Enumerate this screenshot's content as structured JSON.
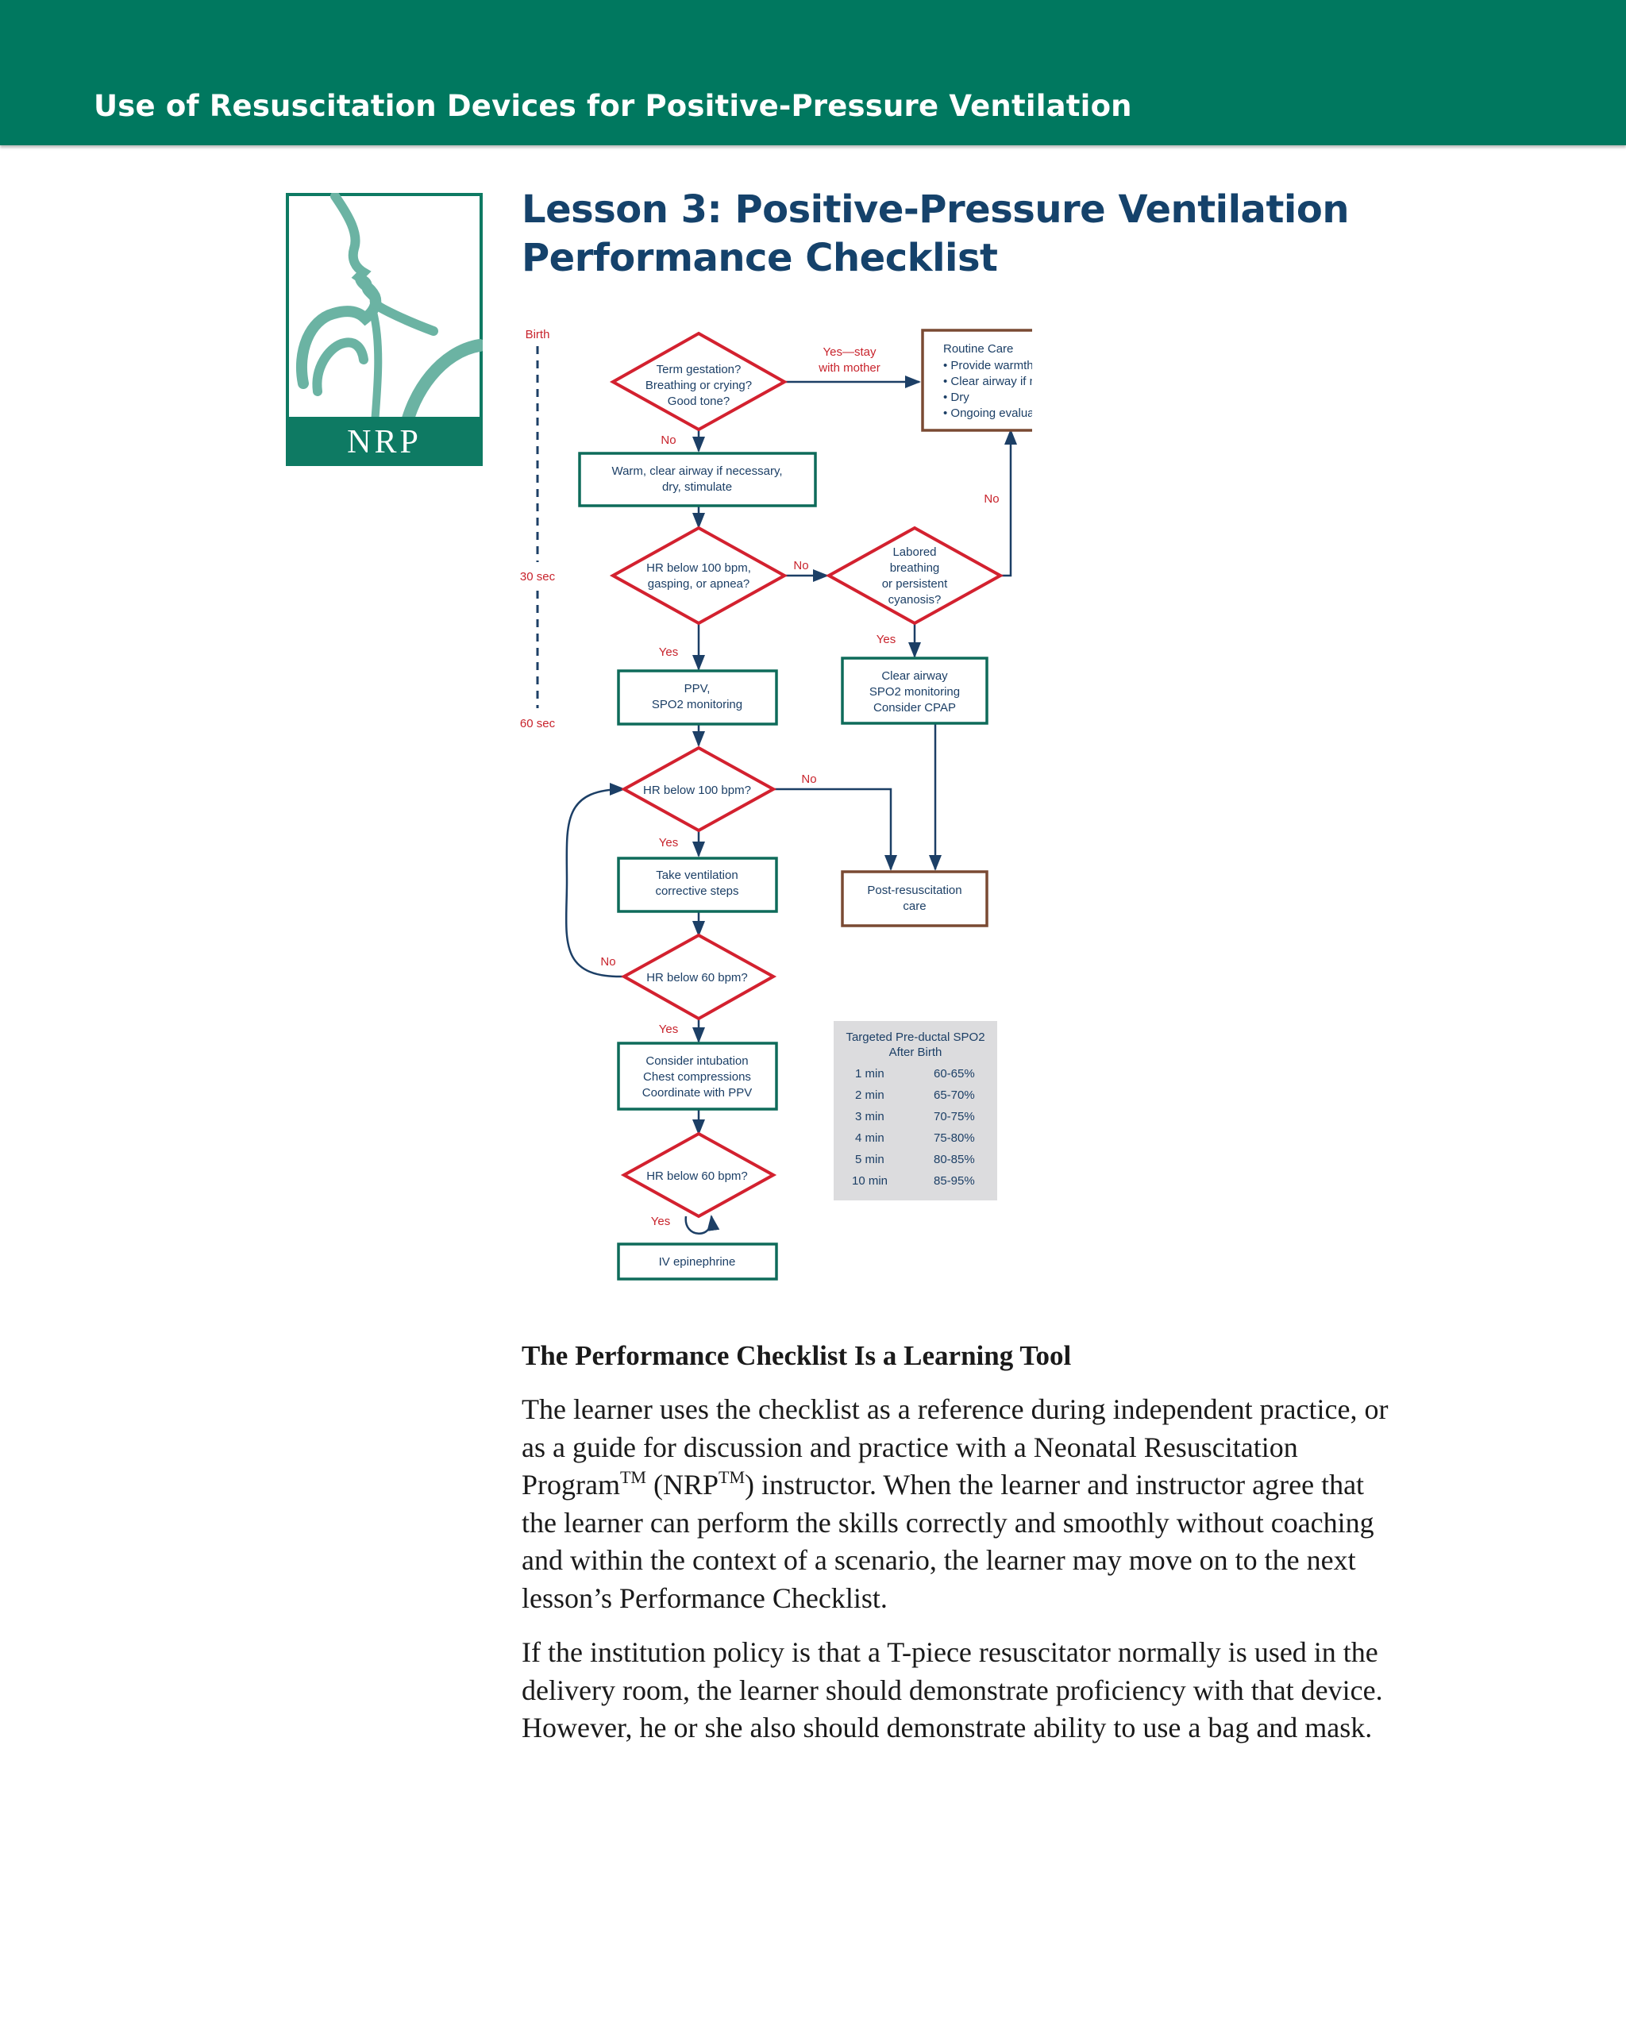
{
  "header": {
    "title": "Use of Resuscitation Devices for Positive-Pressure Ventilation"
  },
  "logo": {
    "text": "NRP"
  },
  "lesson": {
    "title_line1": "Lesson 3: Positive-Pressure Ventilation",
    "title_line2": "Performance Checklist"
  },
  "colors": {
    "brand_green": "#00785f",
    "title_blue": "#15426b",
    "diamond_red": "#d3212f",
    "box_green": "#0e6b5a",
    "box_brown": "#7a4a33",
    "arrow_navy": "#1c3f66",
    "label_red": "#c8232c"
  },
  "flowchart": {
    "timeline": [
      "Birth",
      "30 sec",
      "60 sec"
    ],
    "nodes": {
      "term_gestation": [
        "Term gestation?",
        "Breathing or crying?",
        "Good tone?"
      ],
      "routine_care": [
        "Routine Care",
        "• Provide warmth",
        "• Clear airway if necessary",
        "• Dry",
        "• Ongoing evaluation"
      ],
      "warm": [
        "Warm, clear airway if necessary,",
        "dry, stimulate"
      ],
      "hr_below_100_gasping": [
        "HR below 100 bpm,",
        "gasping, or apnea?"
      ],
      "labored": [
        "Labored",
        "breathing",
        "or persistent",
        "cyanosis?"
      ],
      "ppv": [
        "PPV,",
        "SPO2 monitoring"
      ],
      "clear_airway": [
        "Clear airway",
        "SPO2 monitoring",
        "Consider CPAP"
      ],
      "hr_below_100": [
        "HR below 100 bpm?"
      ],
      "ventilation_steps": [
        "Take ventilation",
        "corrective steps"
      ],
      "post_resus": [
        "Post-resuscitation",
        "care"
      ],
      "hr_below_60_a": [
        "HR below 60 bpm?"
      ],
      "intubation": [
        "Consider intubation",
        "Chest compressions",
        "Coordinate with PPV"
      ],
      "hr_below_60_b": [
        "HR below 60 bpm?"
      ],
      "epinephrine": [
        "IV epinephrine"
      ]
    },
    "edge_labels": {
      "yes_stay": [
        "Yes—stay",
        "with mother"
      ],
      "no_1": "No",
      "no_2": "No",
      "no_3": "No",
      "no_4": "No",
      "no_5": "No",
      "yes_1": "Yes",
      "yes_2": "Yes",
      "yes_3": "Yes",
      "yes_4": "Yes",
      "yes_5": "Yes"
    },
    "spo2_table": {
      "title_line1": "Targeted Pre-ductal SPO2",
      "title_line2": "After Birth",
      "rows": [
        [
          "1 min",
          "60-65%"
        ],
        [
          "2 min",
          "65-70%"
        ],
        [
          "3 min",
          "70-75%"
        ],
        [
          "4 min",
          "75-80%"
        ],
        [
          "5 min",
          "80-85%"
        ],
        [
          "10 min",
          "85-95%"
        ]
      ]
    }
  },
  "body": {
    "heading": "The Performance Checklist Is a Learning Tool",
    "para1_a": "The learner uses the checklist as a reference during independent practice, or as a guide for discussion and practice with a Neonatal Resuscitation Program",
    "tm": "TM",
    "para1_b": " (NRP",
    "para1_c": ") instructor. When the learner and instructor agree that the learner can perform the skills correctly and smoothly without coaching and within the context of a scenario, the learner may move on to the next lesson’s Performance Checklist.",
    "para2": "If the institution policy is that a T-piece resuscitator normally is used in the delivery room, the learner should demonstrate proficiency with that device. However, he or she also should demonstrate ability to use a bag and mask."
  }
}
